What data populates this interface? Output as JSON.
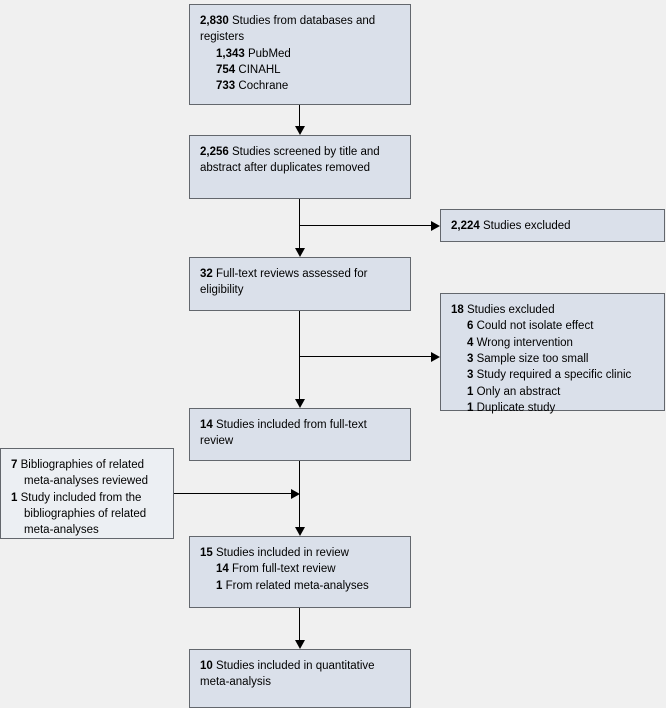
{
  "diagram": {
    "type": "prisma-flow-diagram",
    "boxes": {
      "identification": {
        "lines": [
          {
            "num": "2,830",
            "text": "Studies from databases and registers",
            "indent": false
          },
          {
            "num": "1,343",
            "text": "PubMed",
            "indent": true
          },
          {
            "num": "754",
            "text": "CINAHL",
            "indent": true
          },
          {
            "num": "733",
            "text": "Cochrane",
            "indent": true
          }
        ]
      },
      "screened": {
        "lines": [
          {
            "num": "2,256",
            "text": "Studies screened by title and abstract after duplicates removed",
            "indent": false
          }
        ]
      },
      "excluded_screening": {
        "lines": [
          {
            "num": "2,224",
            "text": "Studies excluded",
            "indent": false
          }
        ]
      },
      "fulltext": {
        "lines": [
          {
            "num": "32",
            "text": "Full-text reviews assessed for eligibility",
            "indent": false
          }
        ]
      },
      "excluded_fulltext": {
        "lines": [
          {
            "num": "18",
            "text": "Studies excluded",
            "indent": false
          },
          {
            "num": "6",
            "text": "Could not isolate effect",
            "indent": true
          },
          {
            "num": "4",
            "text": "Wrong intervention",
            "indent": true
          },
          {
            "num": "3",
            "text": "Sample size too small",
            "indent": true
          },
          {
            "num": "3",
            "text": "Study required a specific clinic",
            "indent": true
          },
          {
            "num": "1",
            "text": "Only an abstract",
            "indent": true
          },
          {
            "num": "1",
            "text": "Duplicate study",
            "indent": true
          }
        ]
      },
      "included_fulltext": {
        "lines": [
          {
            "num": "14",
            "text": "Studies included from full-text review",
            "indent": false
          }
        ]
      },
      "bibliographies": {
        "lines": [
          {
            "num": "7",
            "text": "Bibliographies of related meta-analyses reviewed",
            "indent": false
          },
          {
            "num": "1",
            "text": "Study included from the bibliographies of related meta-analyses",
            "indent": false
          }
        ]
      },
      "included_review": {
        "lines": [
          {
            "num": "15",
            "text": "Studies included in review",
            "indent": false
          },
          {
            "num": "14",
            "text": "From full-text review",
            "indent": false
          },
          {
            "num": "1",
            "text": "From related meta-analyses",
            "indent": false
          }
        ]
      },
      "quantitative": {
        "lines": [
          {
            "num": "10",
            "text": "Studies included in quantitative meta-analysis",
            "indent": false
          }
        ]
      }
    },
    "colors": {
      "box_fill": "#dae0ea",
      "box_fill_light": "#eceff3",
      "box_border": "#63676d",
      "background": "#f0f0f0",
      "connector": "#000000"
    }
  }
}
